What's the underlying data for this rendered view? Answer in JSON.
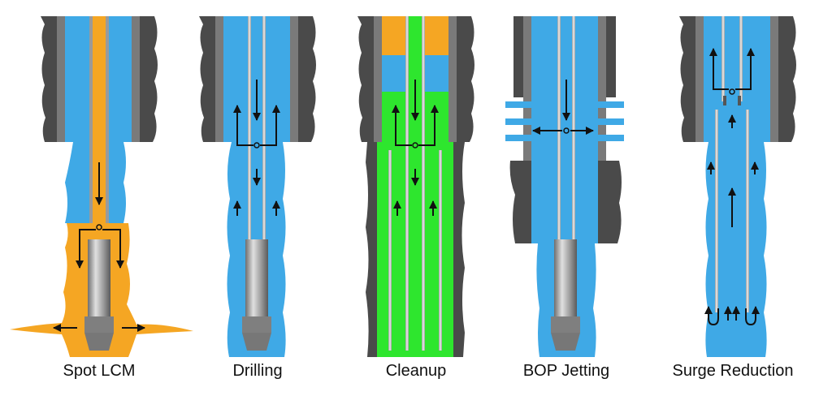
{
  "panels": [
    {
      "key": "spot-lcm",
      "caption": "Spot LCM"
    },
    {
      "key": "drilling",
      "caption": "Drilling"
    },
    {
      "key": "cleanup",
      "caption": "Cleanup"
    },
    {
      "key": "bop-jetting",
      "caption": "BOP Jetting"
    },
    {
      "key": "surge-reduction",
      "caption": "Surge Reduction"
    }
  ],
  "colors": {
    "fluid_blue": "#3fa9e6",
    "lcm_orange": "#f5a623",
    "cleanup_green": "#2ee62e",
    "casing_gray": "#7a7a7a",
    "formation_dark": "#4a4a4a",
    "pipe_silver": "#c9c9c9",
    "tool_gray": "#8d8d8d",
    "arrow": "#111111"
  }
}
